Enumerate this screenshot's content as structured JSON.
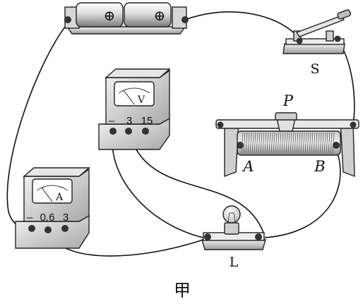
{
  "battery": {
    "plus_symbol": "⊕"
  },
  "switch": {
    "label": "S"
  },
  "rheostat": {
    "slider_label": "P",
    "end_a_label": "A",
    "end_b_label": "B"
  },
  "voltmeter": {
    "dial_letter": "V",
    "terminals": [
      "–",
      "3",
      "15"
    ]
  },
  "ammeter": {
    "dial_letter": "A",
    "terminals": [
      "–",
      "0.6",
      "3"
    ]
  },
  "lamp": {
    "label": "L"
  },
  "figure": {
    "caption": "甲"
  }
}
